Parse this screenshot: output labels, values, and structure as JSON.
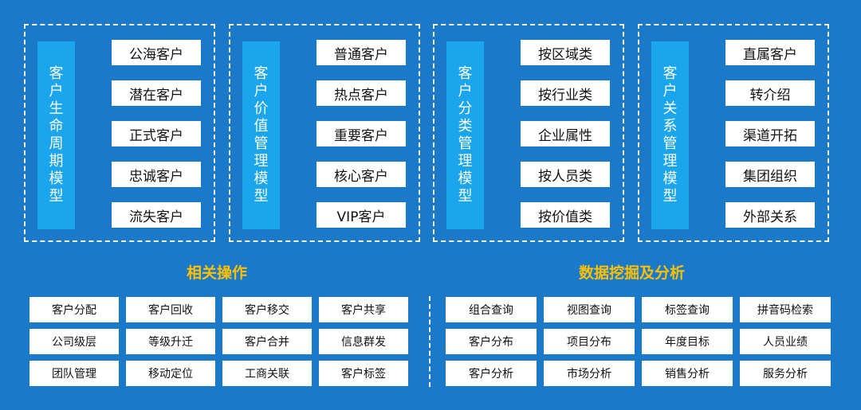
{
  "panels": [
    {
      "title": "客户生命周期模型",
      "items": [
        "公海客户",
        "潜在客户",
        "正式客户",
        "忠诚客户",
        "流失客户"
      ]
    },
    {
      "title": "客户价值管理模型",
      "items": [
        "普通客户",
        "热点客户",
        "重要客户",
        "核心客户",
        "VIP客户"
      ]
    },
    {
      "title": "客户分类管理模型",
      "items": [
        "按区域类",
        "按行业类",
        "企业属性",
        "按人员类",
        "按价值类"
      ]
    },
    {
      "title": "客户关系管理模型",
      "items": [
        "直属客户",
        "转介绍",
        "渠道开拓",
        "集团组织",
        "外部关系"
      ]
    }
  ],
  "operations": {
    "title": "相关操作",
    "items": [
      "客户分配",
      "客户回收",
      "客户移交",
      "客户共享",
      "公司级层",
      "等级升迁",
      "客户合并",
      "信息群发",
      "团队管理",
      "移动定位",
      "工商关联",
      "客户标签"
    ]
  },
  "mining": {
    "title": "数据挖掘及分析",
    "items": [
      "组合查询",
      "视图查询",
      "标签查询",
      "拼音码检索",
      "客户分布",
      "项目分布",
      "年度目标",
      "人员业绩",
      "客户分析",
      "市场分析",
      "销售分析",
      "服务分析"
    ]
  }
}
